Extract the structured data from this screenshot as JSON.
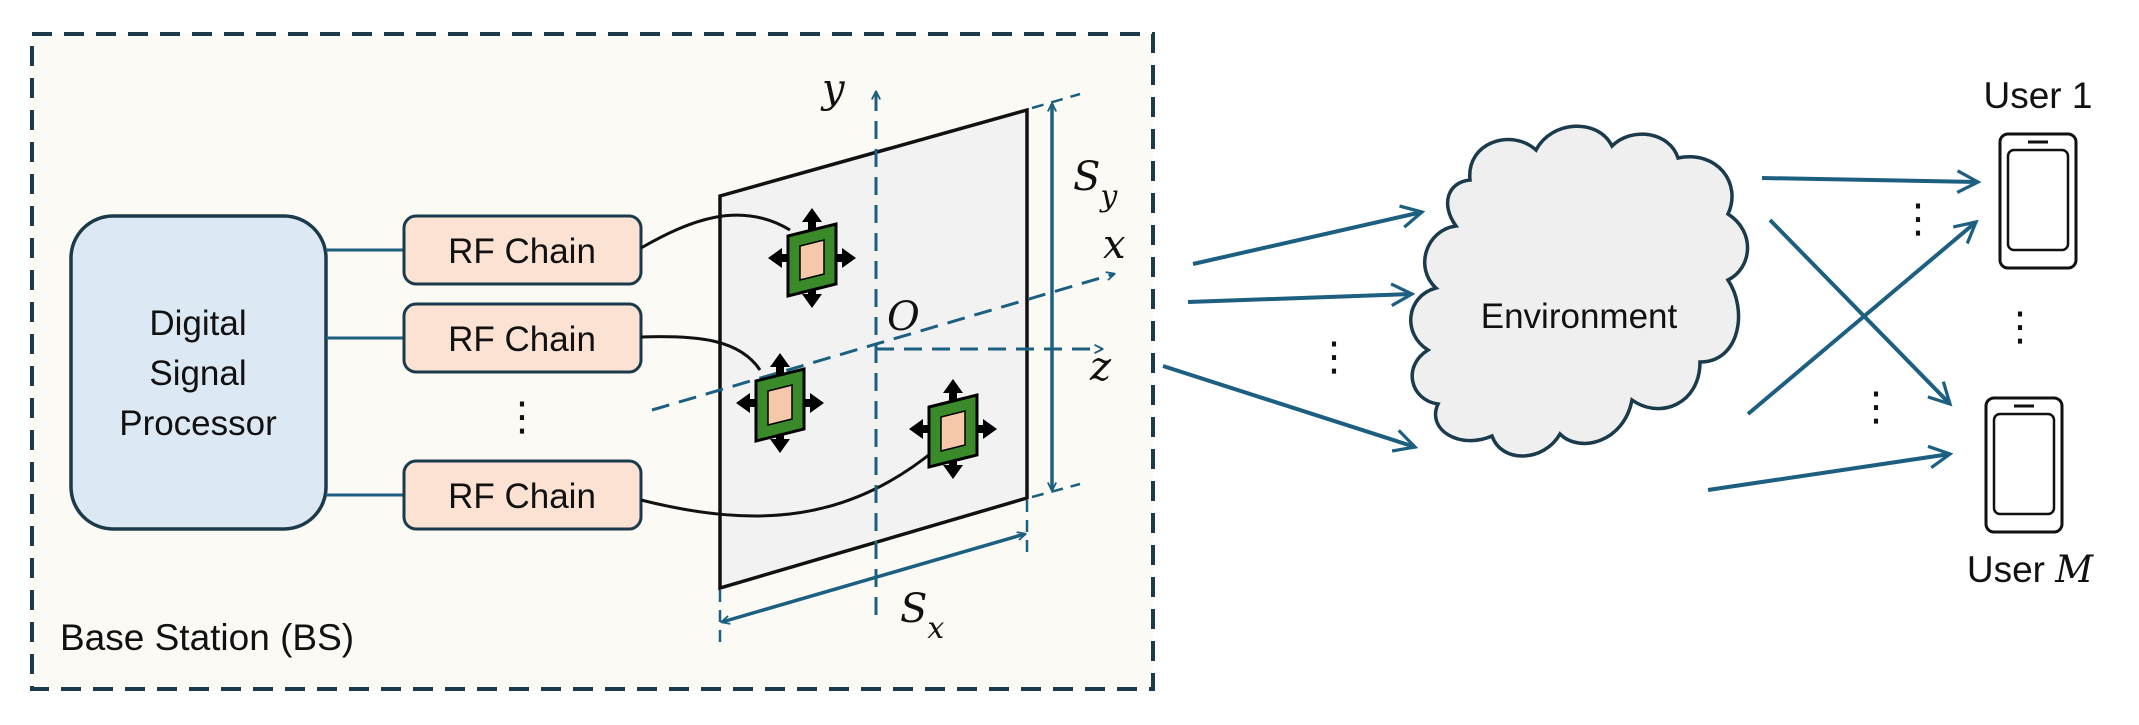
{
  "bs": {
    "label": "Base Station (BS)",
    "dsp_line1": "Digital",
    "dsp_line2": "Signal",
    "dsp_line3": "Processor",
    "rf_chain": "RF Chain",
    "rf_chain_2": "RF Chain",
    "rf_chain_3": "RF Chain",
    "ellipsis": "⋮"
  },
  "axes": {
    "x": "x",
    "y": "y",
    "z": "z",
    "origin": "O",
    "sx_main": "S",
    "sx_sub": "x",
    "sy_main": "S",
    "sy_sub": "y"
  },
  "environment": {
    "label": "Environment"
  },
  "users": {
    "user1": "User 1",
    "userM_prefix": "User ",
    "userM_var": "M"
  },
  "ellipsis": "⋮",
  "colors": {
    "arrow": "#1c5f80",
    "frame": "#1b3a4b",
    "bs_fill": "#fcfaf5",
    "dsp_fill": "#dce8f4",
    "rf_fill": "#fbe2d3",
    "panel_fill": "#f2f2f2",
    "antenna_green": "#3a8a2a",
    "antenna_core": "#f4c8a8",
    "cloud_fill": "#efefef"
  }
}
